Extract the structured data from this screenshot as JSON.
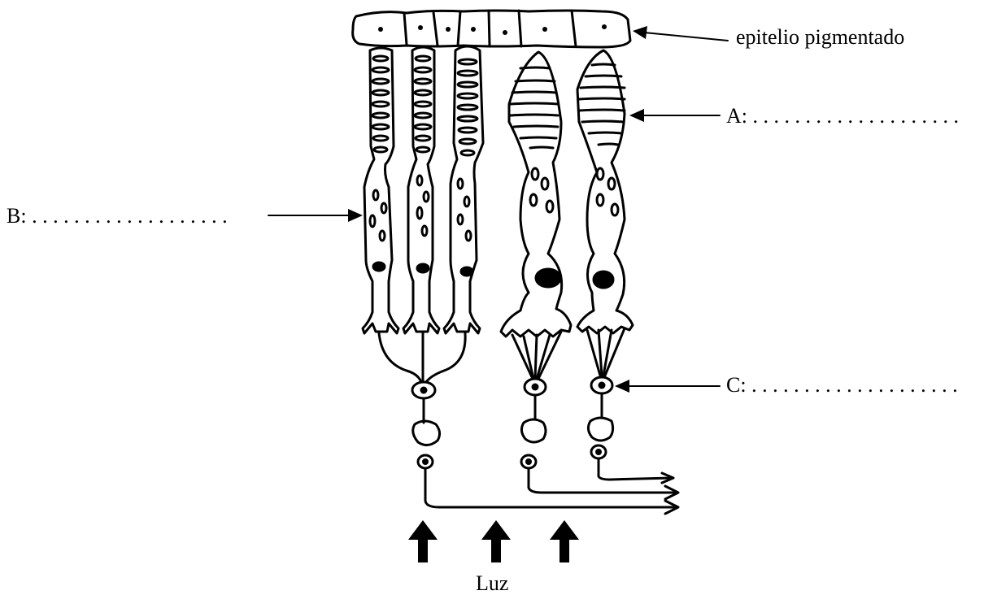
{
  "labels": {
    "pigment_epithelium": "epitelio pigmentado",
    "a": "A: . . . . . . . . . . . . . . . . . . . .",
    "b": "B: . . . . . . . . . . . . . . . . . . .",
    "c": "C: . . . . . . . . . . . . . . . . . . . .",
    "light": "Luz"
  }
}
